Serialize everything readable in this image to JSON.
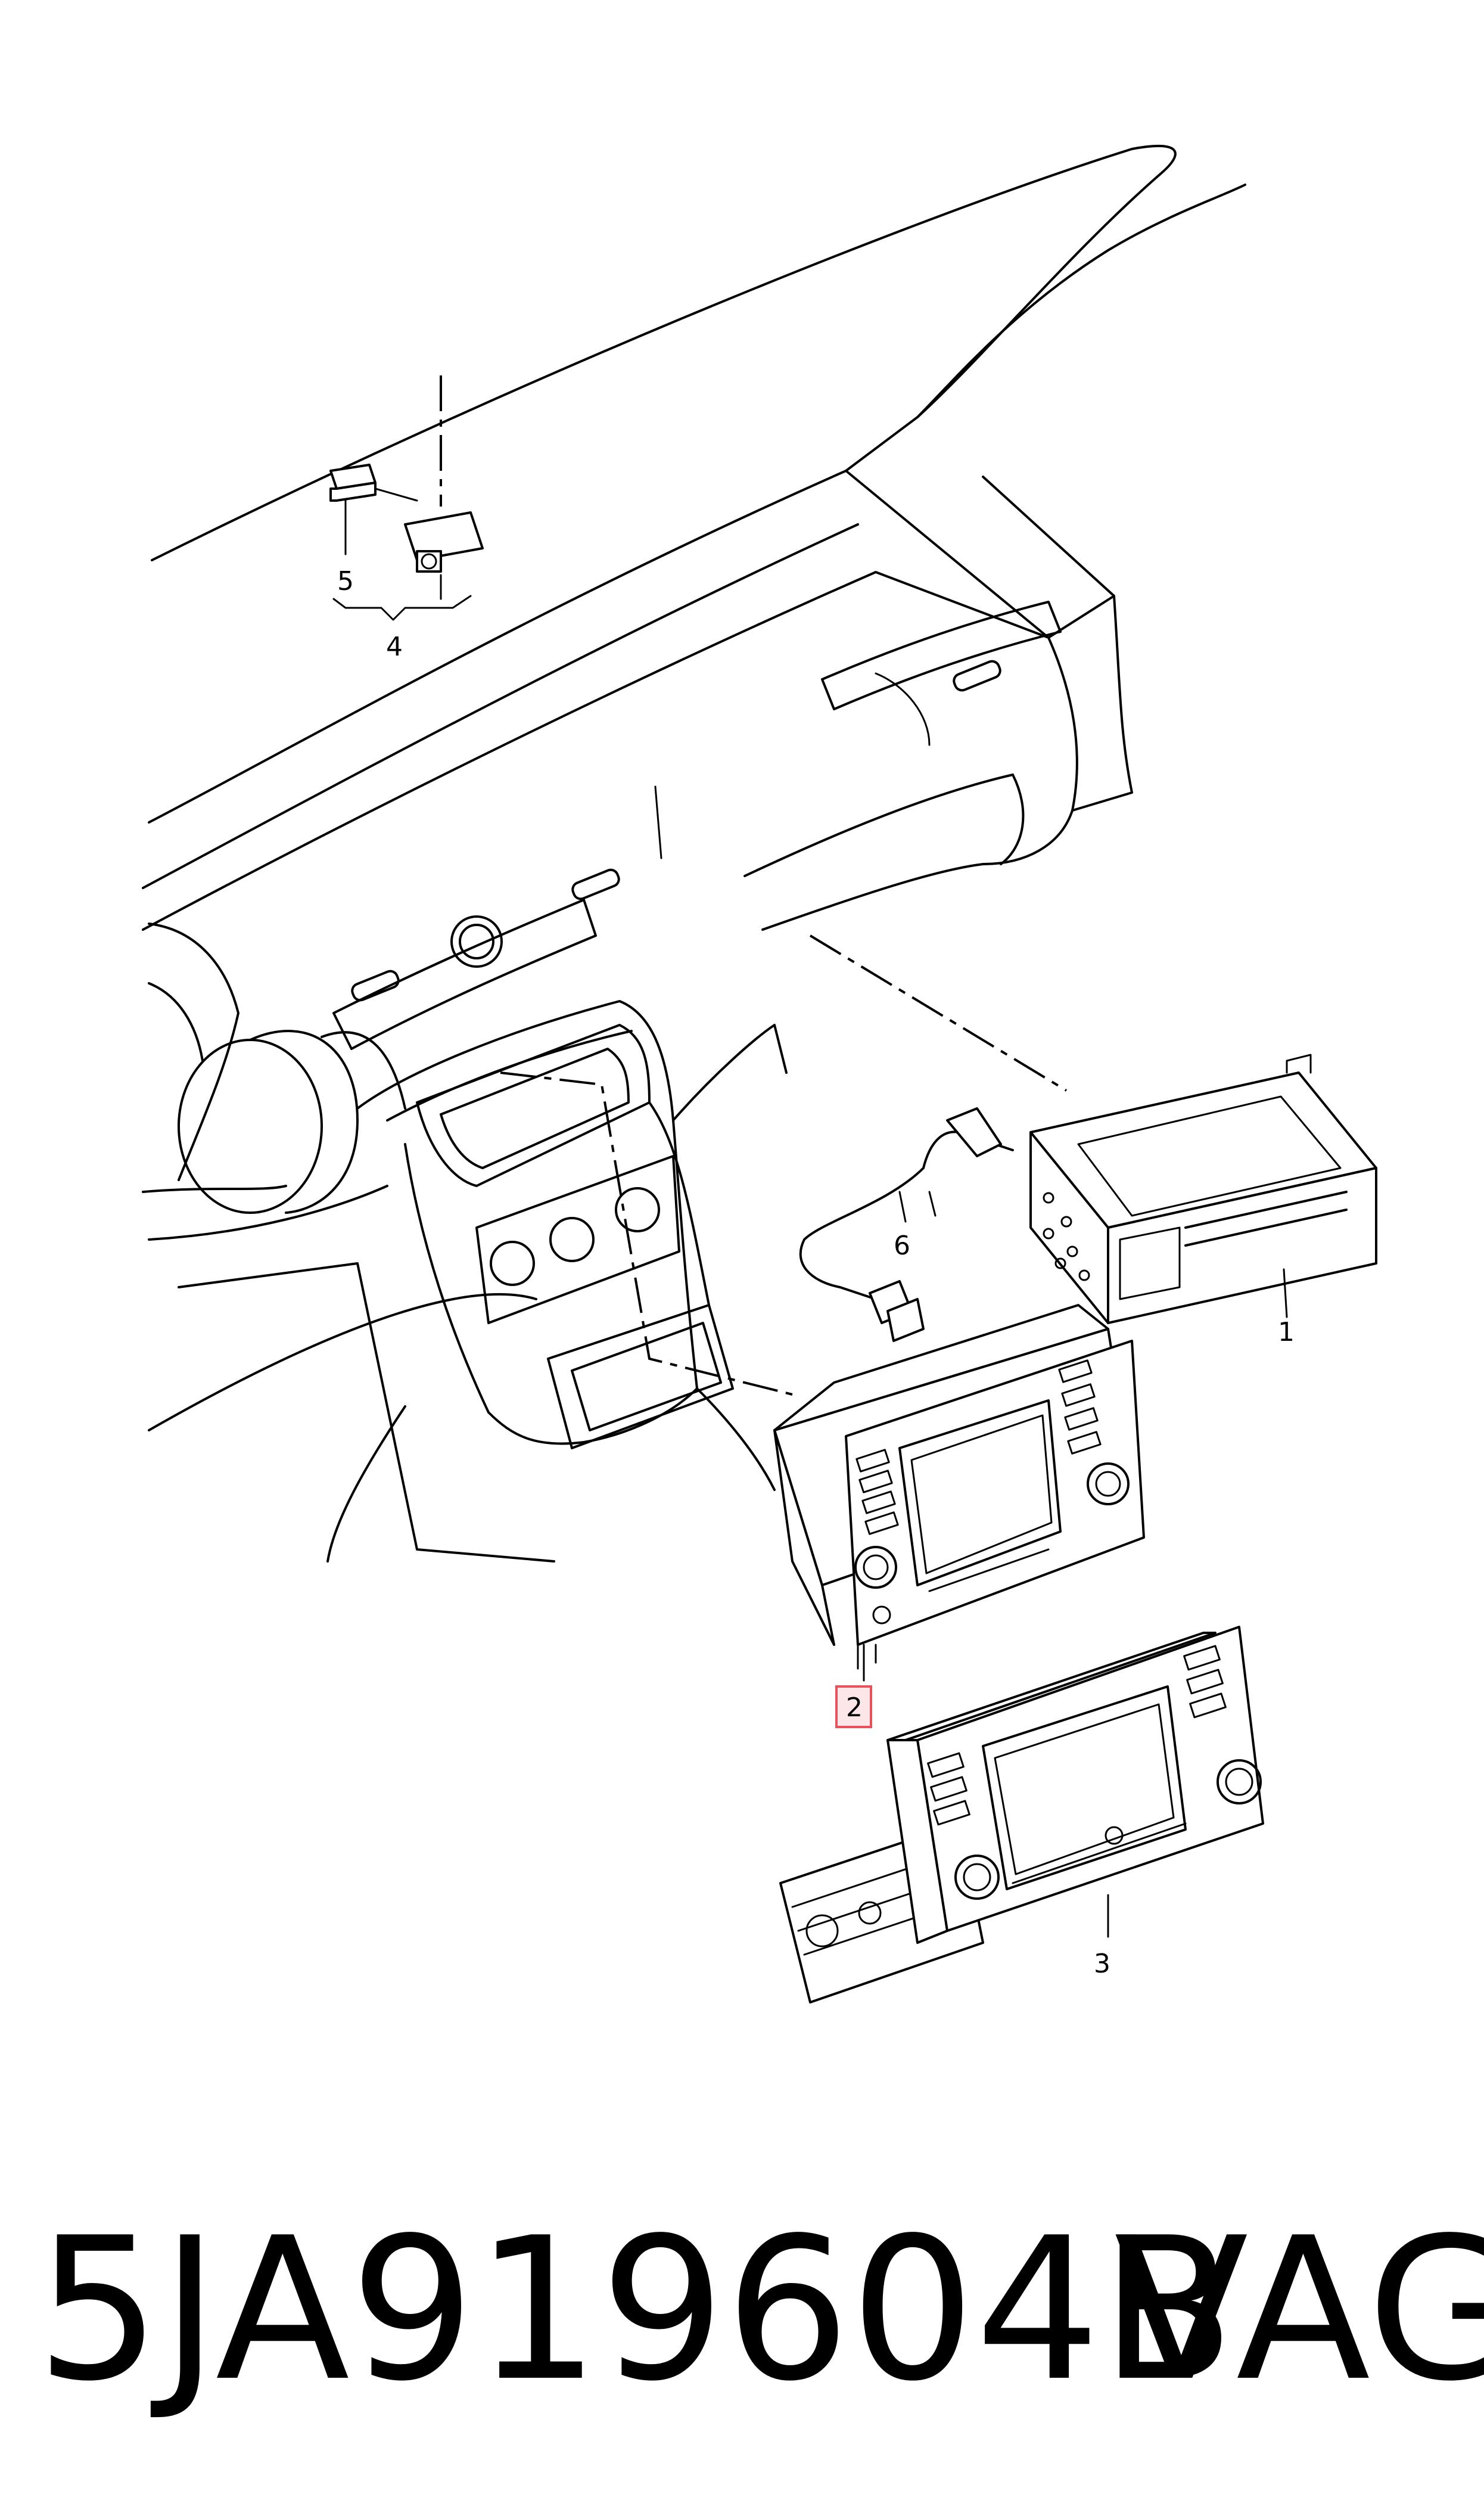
{
  "callouts": [
    {
      "id": "1",
      "label": "1"
    },
    {
      "id": "2",
      "label": "2",
      "highlighted": true
    },
    {
      "id": "3",
      "label": "3"
    },
    {
      "id": "4",
      "label": "4"
    },
    {
      "id": "5",
      "label": "5"
    },
    {
      "id": "6",
      "label": "6"
    }
  ],
  "highlight_color": "#e8505a",
  "highlight_fill": "#fde6e8",
  "caption": {
    "part_number": "5JA919604B",
    "brand": "VAG"
  }
}
